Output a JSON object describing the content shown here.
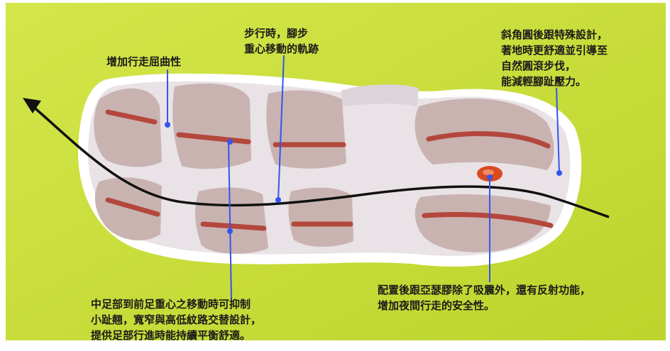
{
  "annotations": {
    "flex": {
      "lines": [
        "增加行走屈曲性"
      ]
    },
    "path": {
      "lines": [
        "步行時，腳步",
        "重心移動的軌跡"
      ]
    },
    "heel": {
      "lines": [
        "斜角圓後跟特殊設計，",
        "著地時更舒適並引導至",
        "自然圓滾步伐，",
        "能減輕腳趾壓力。"
      ]
    },
    "midfoot": {
      "lines": [
        "中足部到前足重心之移動時可抑制",
        "小趾翹，寬窄與高低紋路交替設計，",
        "提供足部行進時能持續平衡舒適。"
      ]
    },
    "reflector": {
      "lines": [
        "配置後跟亞瑟膠除了吸震外，還有反射功能，",
        "增加夜間行走的安全性。"
      ]
    }
  },
  "colors": {
    "background": "#cbe03a",
    "sole_outline": "#ffffff",
    "sole_inner": "#e9e2e6",
    "tread_pad": "#c9b3b1",
    "red_stripe": "#b4473c",
    "callout_line": "#3355ee",
    "trajectory": "#111111",
    "reflector": "#d84a22"
  }
}
